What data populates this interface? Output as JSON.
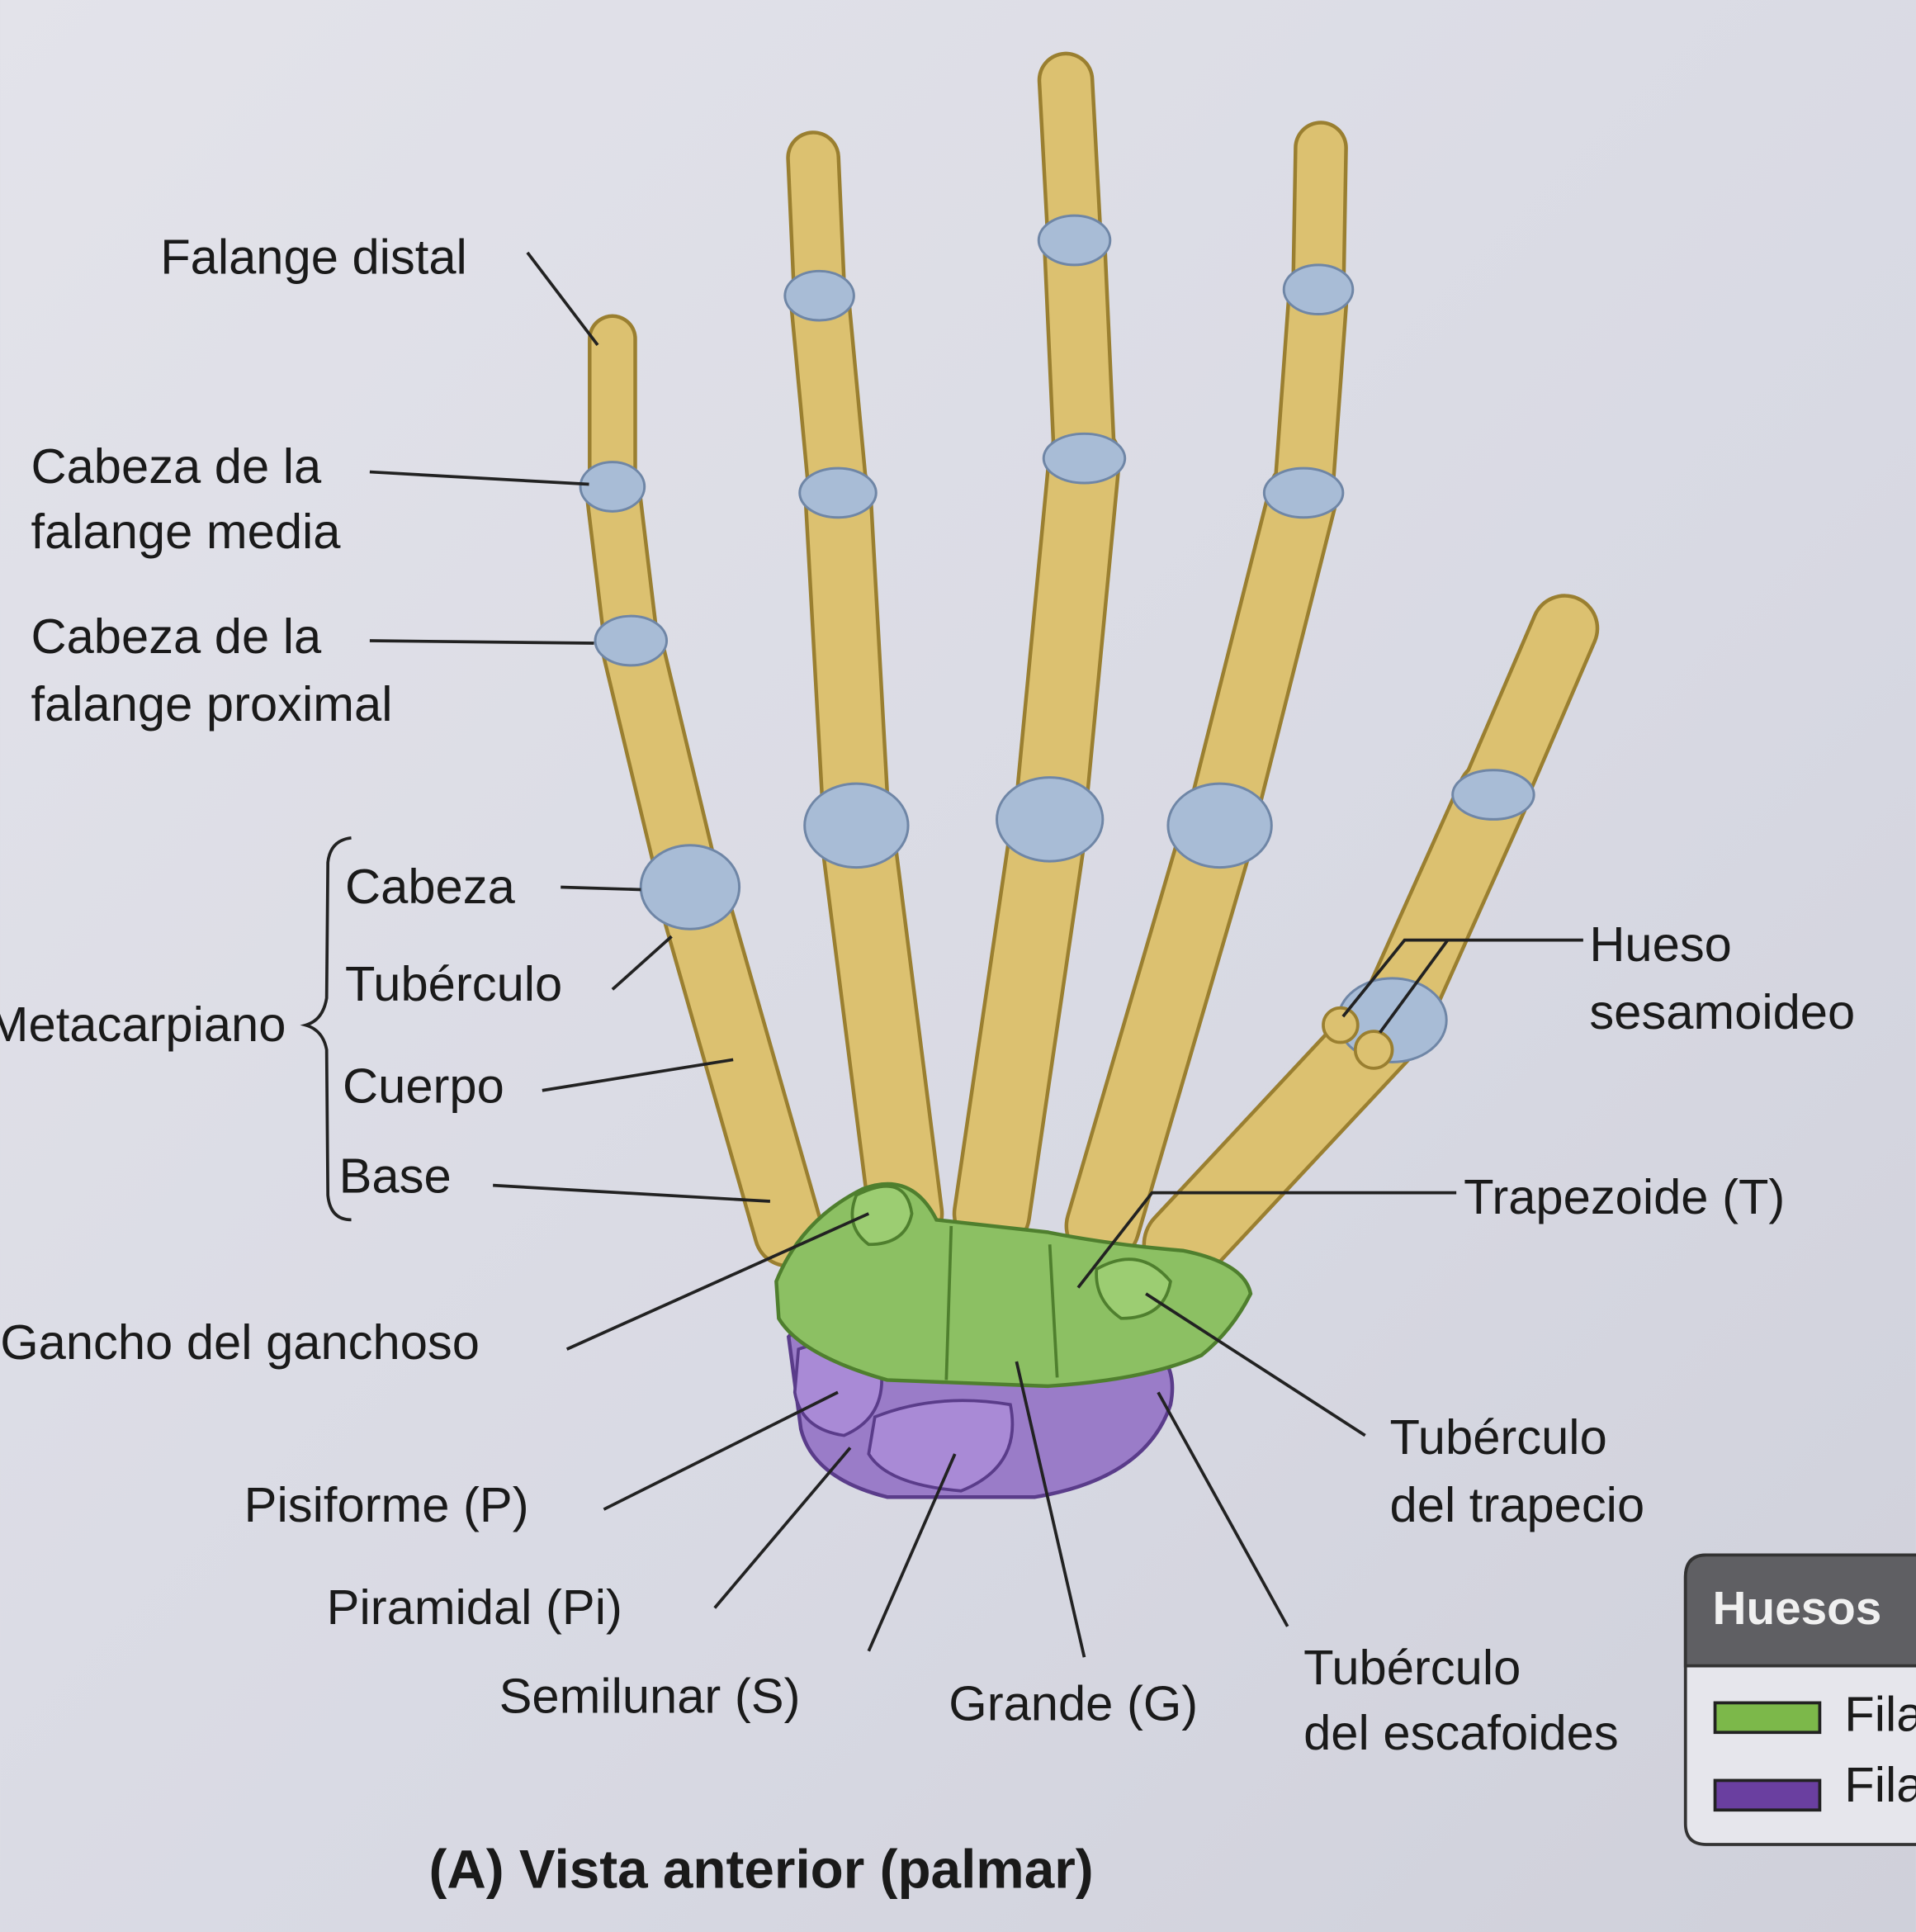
{
  "labels": {
    "falange_distal": "Falange distal",
    "cabeza_media_1": "Cabeza de la",
    "cabeza_media_2": "falange media",
    "cabeza_proximal_1": "Cabeza de la",
    "cabeza_proximal_2": "falange proximal",
    "metacarpiano": "Metacarpiano",
    "cabeza": "Cabeza",
    "tuberculo": "Tubérculo",
    "cuerpo": "Cuerpo",
    "base": "Base",
    "gancho": "Gancho del ganchoso",
    "pisiforme": "Pisiforme (P)",
    "piramidal": "Piramidal (Pi)",
    "semilunar": "Semilunar (S)",
    "grande": "Grande (G)",
    "tub_escafoides_1": "Tubérculo",
    "tub_escafoides_2": "del escafoides",
    "tub_trapecio_1": "Tubérculo",
    "tub_trapecio_2": "del trapecio",
    "trapezoide": "Trapezoide (T)",
    "sesamoideo_1": "Hueso",
    "sesamoideo_2": "sesamoideo"
  },
  "caption": "(A)  Vista anterior (palmar)",
  "legend": {
    "title": "Huesos",
    "items": [
      {
        "label": "Fila distal",
        "color": "#7cb84a"
      },
      {
        "label": "Fila proximal",
        "color": "#6a3fa0"
      }
    ]
  },
  "colors": {
    "bone": "#dcc170",
    "bone_outline": "#9a7f30",
    "cartilage": "#a8bcd6",
    "distal_carpals": "#8cc063",
    "proximal_carpals": "#9a7cc8"
  }
}
